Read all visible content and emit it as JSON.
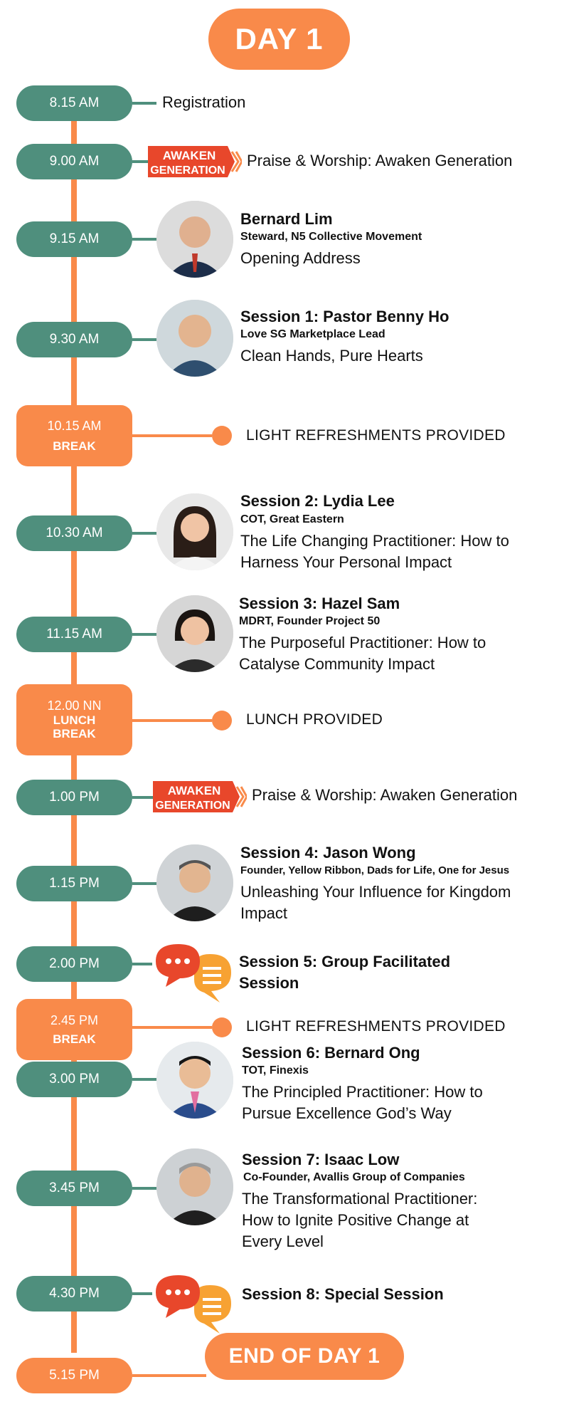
{
  "header": {
    "title": "DAY 1"
  },
  "logo_text": {
    "line1": "AWAKEN",
    "line2": "GENERATION"
  },
  "items": {
    "reg": {
      "time": "8.15 AM",
      "text": "Registration"
    },
    "pw1": {
      "time": "9.00 AM",
      "text": "Praise & Worship:  Awaken Generation"
    },
    "opening": {
      "time": "9.15 AM",
      "name": "Bernard Lim",
      "role": "Steward, N5 Collective Movement",
      "title": "Opening Address"
    },
    "s1": {
      "time": "9.30 AM",
      "name": "Session 1: Pastor Benny Ho",
      "role": "Love SG Marketplace Lead",
      "title": "Clean Hands, Pure Hearts"
    },
    "break1": {
      "time": "10.15 AM",
      "label": "BREAK",
      "text": "LIGHT REFRESHMENTS PROVIDED"
    },
    "s2": {
      "time": "10.30 AM",
      "name": "Session 2: Lydia Lee",
      "role": "COT, Great Eastern",
      "title1": "The Life Changing Practitioner: How to",
      "title2": "Harness Your Personal Impact"
    },
    "s3": {
      "time": "11.15 AM",
      "name": "Session 3: Hazel Sam",
      "role": "MDRT, Founder Project 50",
      "title1": "The Purposeful Practitioner: How to",
      "title2": "Catalyse Community Impact"
    },
    "lunch": {
      "time": "12.00 NN",
      "label1": "LUNCH",
      "label2": "BREAK",
      "text": "LUNCH PROVIDED"
    },
    "pw2": {
      "time": "1.00 PM",
      "text": "Praise & Worship:  Awaken Generation"
    },
    "s4": {
      "time": "1.15 PM",
      "name": "Session 4: Jason Wong",
      "role": "Founder, Yellow Ribbon, Dads for Life, One for Jesus",
      "title1": "Unleashing Your Influence for Kingdom",
      "title2": "Impact"
    },
    "s5": {
      "time": "2.00 PM",
      "name1": "Session 5: Group Facilitated",
      "name2": "Session"
    },
    "break2": {
      "time": "2.45 PM",
      "label": "BREAK",
      "text": "LIGHT REFRESHMENTS PROVIDED"
    },
    "s6": {
      "time": "3.00 PM",
      "name": "Session 6: Bernard Ong",
      "role": "TOT, Finexis",
      "title1": "The Principled Practitioner: How to",
      "title2": "Pursue Excellence God’s Way"
    },
    "s7": {
      "time": "3.45 PM",
      "name": "Session 7: Isaac Low",
      "role": "Co-Founder, Avallis Group of Companies",
      "title1": "The Transformational Practitioner:",
      "title2": "How to Ignite Positive Change at",
      "title3": "Every Level"
    },
    "s8": {
      "time": "4.30 PM",
      "name": "Session 8: Special Session"
    },
    "end": {
      "time": "5.15 PM",
      "label": "END OF DAY 1"
    }
  },
  "colors": {
    "green": "#4f8f7d",
    "orange": "#f98a4a",
    "logo_red": "#e8472b",
    "chat_red": "#e8472b",
    "chat_orange": "#f7a233"
  }
}
